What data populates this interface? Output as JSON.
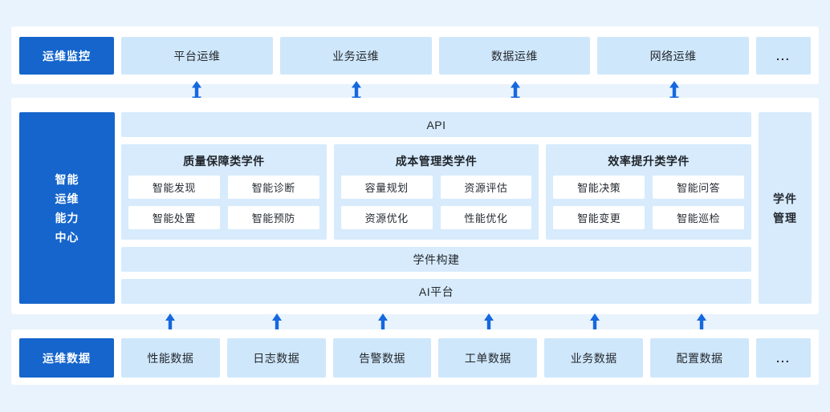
{
  "colors": {
    "background": "#e9f3fd",
    "panel": "#ffffff",
    "dark_blue": "#1565cc",
    "row_box_blue": "#cfe7fb",
    "center_box_blue": "#d7ebfd",
    "arrow_blue": "#1568de",
    "text_dark": "#24282e",
    "text_white": "#ffffff"
  },
  "monitoring_layer": {
    "label": "运维监控",
    "items": [
      "平台运维",
      "业务运维",
      "数据运维",
      "网络运维"
    ],
    "more": "..."
  },
  "capability_center": {
    "label_lines": [
      "智能",
      "运维",
      "能力",
      "中心"
    ],
    "api_label": "API",
    "groups": [
      {
        "title": "质量保障类学件",
        "items": [
          "智能发现",
          "智能诊断",
          "智能处置",
          "智能预防"
        ]
      },
      {
        "title": "成本管理类学件",
        "items": [
          "容量规划",
          "资源评估",
          "资源优化",
          "性能优化"
        ]
      },
      {
        "title": "效率提升类学件",
        "items": [
          "智能决策",
          "智能问答",
          "智能变更",
          "智能巡检"
        ]
      }
    ],
    "build_label": "学件构建",
    "ai_platform_label": "AI平台",
    "management_lines": [
      "学件",
      "管理"
    ]
  },
  "data_layer": {
    "label": "运维数据",
    "items": [
      "性能数据",
      "日志数据",
      "告警数据",
      "工单数据",
      "业务数据",
      "配置数据"
    ],
    "more": "..."
  }
}
